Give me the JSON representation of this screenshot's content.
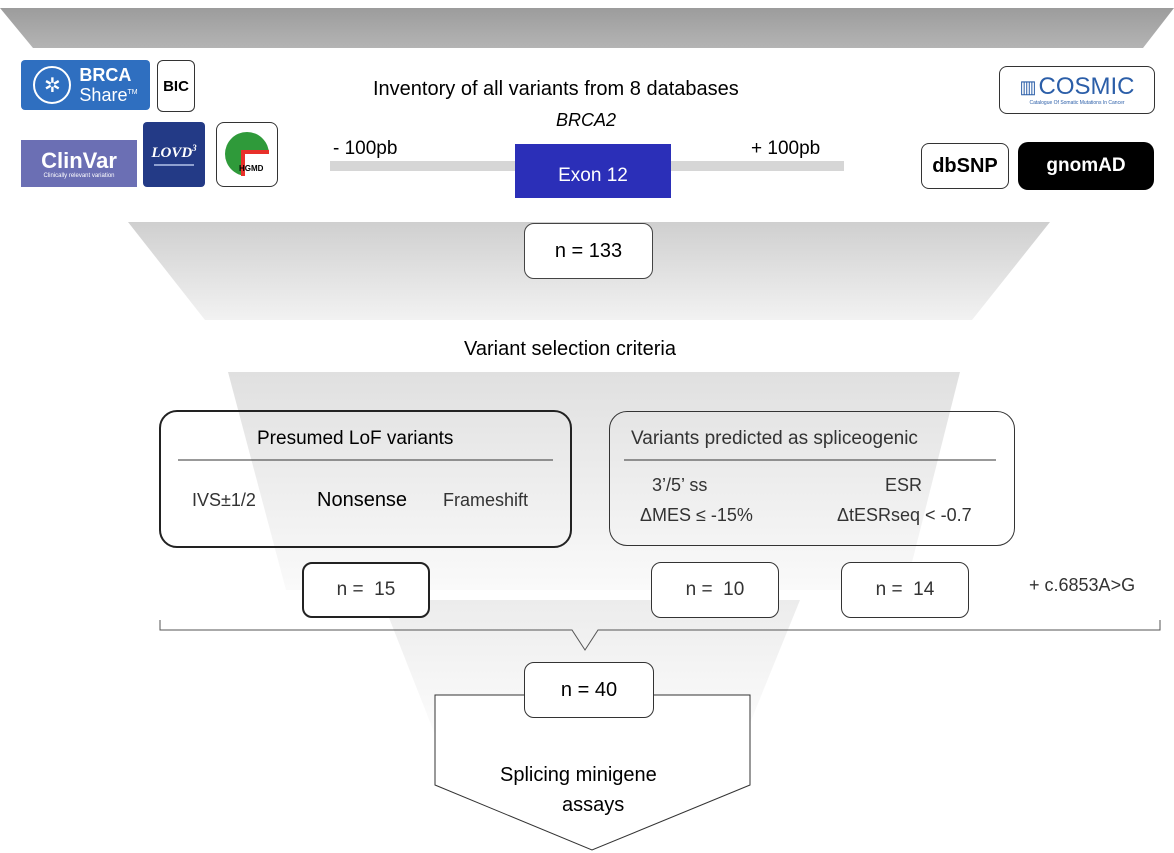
{
  "databases": {
    "header": "Inventory of all variants from 8 databases",
    "logos": {
      "brca_share_line1": "BRCA",
      "brca_share_line2": "Share",
      "brca_share_tm": "TM",
      "bic": "BIC",
      "clinvar": "ClinVar",
      "clinvar_tagline": "Clinically relevant variation",
      "lovd": "LOVD",
      "lovd_sup": "3",
      "hgmd": "HGMD",
      "cosmic": "COSMIC",
      "cosmic_tagline": "Catalogue Of Somatic Mutations In Cancer",
      "dbsnp": "dbSNP",
      "gnomad": "gnomAD"
    }
  },
  "gene": {
    "name": "BRCA2",
    "exon_label": "Exon 12",
    "left_flank": "- 100pb",
    "right_flank": "+ 100pb"
  },
  "counts": {
    "total": "n = 133",
    "lof": "n =  15",
    "splice_site": "n =  10",
    "esr": "n =  14",
    "extra_variant": "+ c.6853A>G",
    "selected": "n = 40"
  },
  "criteria": {
    "title": "Variant selection criteria",
    "lof_box": {
      "title": "Presumed LoF variants",
      "items": [
        "IVS±1/2",
        "Nonsense",
        "Frameshift"
      ]
    },
    "splice_box": {
      "title": "Variants predicted as spliceogenic",
      "ss_line1": "3’/5’ ss",
      "ss_line2": "ΔMES ≤ -15%",
      "esr_line1": "ESR",
      "esr_line2": "ΔtESRseq < -0.7"
    }
  },
  "assay": {
    "line1": "Splicing minigene",
    "line2": "assays"
  },
  "colors": {
    "exon": "#2b2fb8",
    "funnel_top": "#a6a6a6",
    "funnel_light": "#d9d9d9",
    "brca_share": "#2f6fc0",
    "clinvar": "#6b6fb4",
    "lovd": "#233a86",
    "hgmd_red": "#e8302a",
    "hgmd_green": "#2f9a3a",
    "cosmic": "#2b5ea8"
  }
}
